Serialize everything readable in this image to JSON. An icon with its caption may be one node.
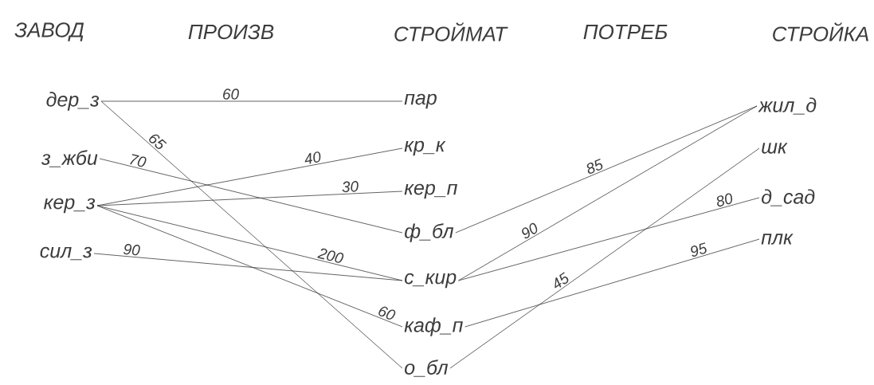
{
  "diagram": {
    "nodes": [
      {
        "text": [
          "дер_з"
        ]
      },
      {
        "text": [
          "з_жби"
        ]
      },
      {
        "text": [
          "кер_з"
        ]
      },
      {
        "text": [
          "сил_з"
        ]
      },
      {
        "text": [
          "пар"
        ]
      },
      {
        "text": [
          "кр_к"
        ]
      },
      {
        "text": [
          "кер_п"
        ]
      },
      {
        "text": [
          "ф_бл"
        ]
      },
      {
        "text": [
          "с_кир"
        ]
      },
      {
        "text": [
          "каф_п"
        ]
      },
      {
        "text": [
          "о_бл"
        ]
      },
      {
        "text": [
          "жил_д"
        ]
      },
      {
        "text": [
          "шк"
        ]
      },
      {
        "text": [
          "д_сад"
        ]
      },
      {
        "text": [
          "плк"
        ]
      }
    ],
    "edges": [
      {
        "from": 0,
        "to": 4,
        "arrow": "none",
        "label": "60"
      },
      {
        "from": 0,
        "to": 10,
        "arrow": "none",
        "label": "65"
      },
      {
        "from": 1,
        "to": 7,
        "arrow": "none",
        "label": "70"
      },
      {
        "from": 2,
        "to": 5,
        "arrow": "none",
        "label": "40"
      },
      {
        "from": 2,
        "to": 6,
        "arrow": "none",
        "label": "30"
      },
      {
        "from": 2,
        "to": 8,
        "arrow": "none",
        "label": "200"
      },
      {
        "from": 2,
        "to": 9,
        "arrow": "none",
        "label": "60"
      },
      {
        "from": 3,
        "to": 8,
        "arrow": "none",
        "label": "90"
      },
      {
        "from": 7,
        "to": 11,
        "arrow": "none",
        "label": "85"
      },
      {
        "from": 8,
        "to": 11,
        "arrow": "none",
        "label": "90"
      },
      {
        "from": 8,
        "to": 13,
        "arrow": "none",
        "label": "80"
      },
      {
        "from": 9,
        "to": 14,
        "arrow": "none",
        "label": "95"
      },
      {
        "from": 10,
        "to": 12,
        "arrow": "none",
        "label": "45"
      }
    ],
    "labels": [
      "ЗАВОД",
      "ПРОИЗВ",
      "СТРОЙМАТ",
      "ПОТРЕБ",
      "СТРОЙКА"
    ]
  }
}
